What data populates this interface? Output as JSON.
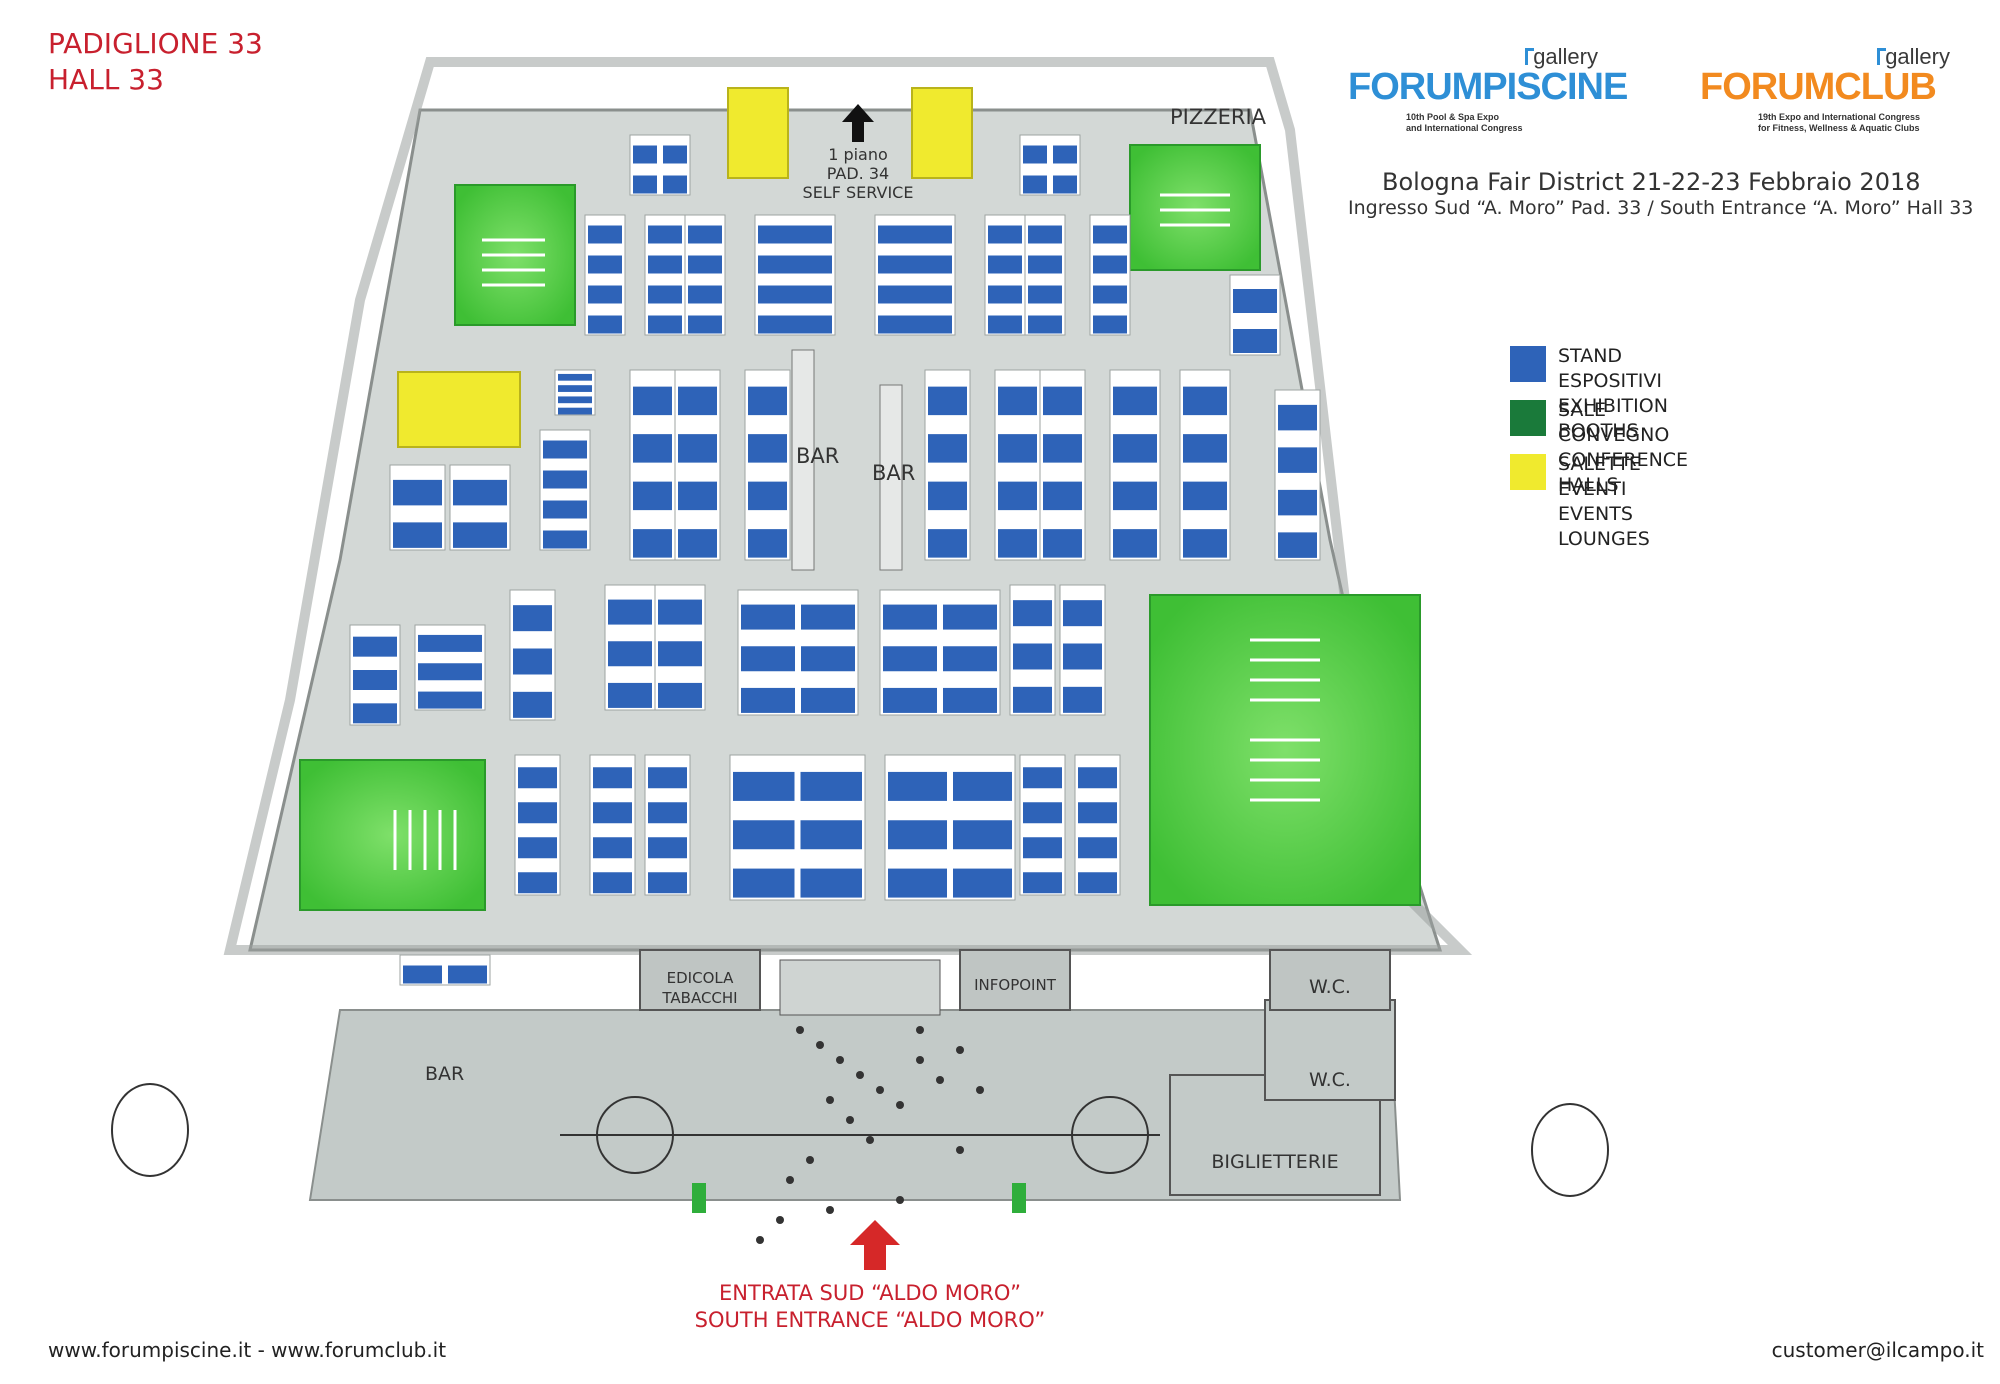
{
  "hall": {
    "line1": "PADIGLIONE 33",
    "line2": "HALL 33"
  },
  "logos": {
    "forumpiscine": {
      "gallery": "gallery",
      "brand": "FORUMPISCINE",
      "tag1": "10th Pool & Spa Expo",
      "tag2": "and International Congress"
    },
    "forumclub": {
      "gallery": "gallery",
      "brand": "FORUMCLUB",
      "tag1": "19th Expo and International Congress",
      "tag2": "for Fitness, Wellness & Aquatic Clubs"
    }
  },
  "event": {
    "date_line": "Bologna Fair District 21-22-23 Febbraio 2018",
    "entrance_line": "Ingresso Sud “A. Moro” Pad. 33 /  South Entrance “A. Moro” Hall 33"
  },
  "legend": [
    {
      "color": "#2e63b8",
      "line1": "STAND ESPOSITIVI",
      "line2": "EXHIBITION BOOTHS"
    },
    {
      "color": "#1a7a3a",
      "line1": "SALE CONVEGNO",
      "line2": "CONFERENCE HALLS"
    },
    {
      "color": "#f0ea2e",
      "line1": "SALETTE EVENTI",
      "line2": "EVENTS LOUNGES"
    }
  ],
  "map_labels": {
    "pizzeria": "PIZZERIA",
    "first_floor_1": "1 piano",
    "first_floor_2": "PAD. 34",
    "first_floor_3": "SELF SERVICE",
    "bar_left": "BAR",
    "bar_right": "BAR",
    "edicola_1": "EDICOLA",
    "edicola_2": "TABACCHI",
    "infopoint": "INFOPOINT",
    "wc_upper": "W.C.",
    "wc_lower": "W.C.",
    "bar_lobby": "BAR",
    "biglietterie": "BIGLIETTERIE"
  },
  "entrance": {
    "line1": "ENTRATA SUD “ALDO MORO”",
    "line2": "SOUTH ENTRANCE “ALDO MORO”"
  },
  "footer": {
    "websites": "www.forumpiscine.it - www.forumclub.it",
    "email": "customer@ilcampo.it"
  },
  "colors": {
    "accent_red": "#c8202e",
    "booth_blue": "#2e63b8",
    "conference_green": "#4cc640",
    "lounge_yellow": "#f0ea2e",
    "floor_grey": "#c9cfcd"
  }
}
